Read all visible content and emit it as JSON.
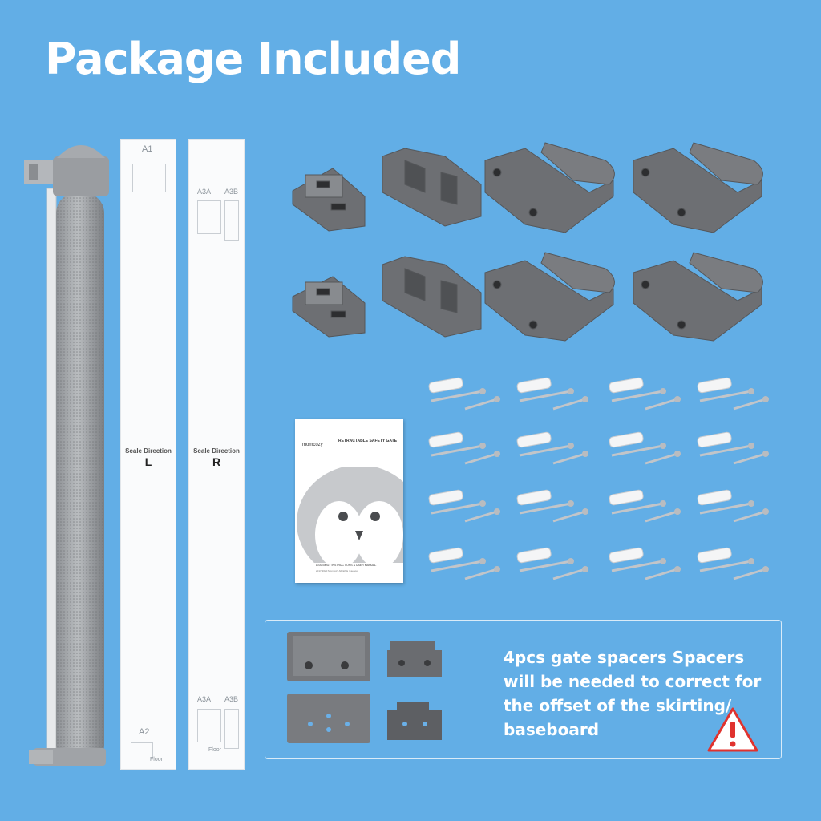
{
  "title": "Package Included",
  "templates": {
    "left": {
      "top_label": "A1",
      "scale_label": "Scale Direction",
      "direction": "L",
      "bottom_label": "A2",
      "floor_label": "Floor"
    },
    "right": {
      "top_labels": [
        "A3A",
        "A3B"
      ],
      "scale_label": "Scale Direction",
      "direction": "R",
      "bottom_labels": [
        "A3A",
        "A3B"
      ],
      "floor_label": "Floor"
    }
  },
  "manual": {
    "brand": "momcozy",
    "title": "RETRACTABLE SAFETY GATE",
    "subtitle": "ASSEMBLY INSTRUCTIONS & USER MANUAL",
    "copyright": "2017-2020 Momcozy All rights reserved"
  },
  "spacers_note": "4pcs gate spacers Spacers will be needed to correct for the offset of the skirting/ baseboard",
  "colors": {
    "background": "#62aee6",
    "part_gray": "#6d6f73",
    "warning_red": "#e0322e"
  }
}
